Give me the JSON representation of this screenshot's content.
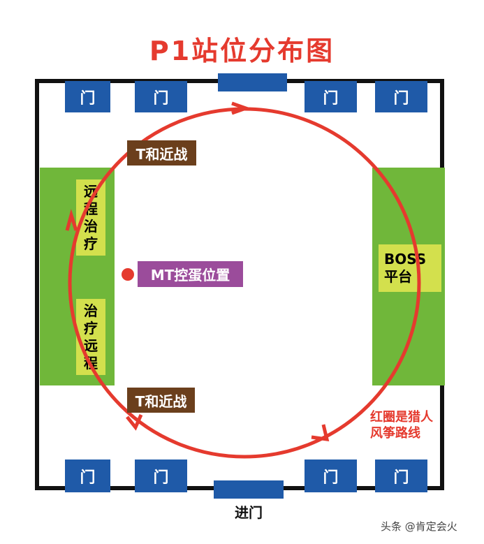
{
  "title": "P1站位分布图",
  "doors": {
    "label": "门"
  },
  "boss_platform": "BOSS平台",
  "healer_top": "远程治疗",
  "healer_bottom": "治疗远程",
  "tank_melee_top": "T和近战",
  "tank_melee_bottom": "T和近战",
  "mt_position": "MT控蛋位置",
  "kite_note_line1": "红圈是猎人",
  "kite_note_line2": "风筝路线",
  "entrance": "进门",
  "watermark": "头条 @肯定会火",
  "colors": {
    "wall": "#111111",
    "door": "#1f5aa8",
    "zone_green": "#70b73a",
    "label_lime": "#d3e04d",
    "tag_brown": "#6b3f1c",
    "tag_purple": "#9b4c9b",
    "kite_red": "#e53a2e"
  }
}
